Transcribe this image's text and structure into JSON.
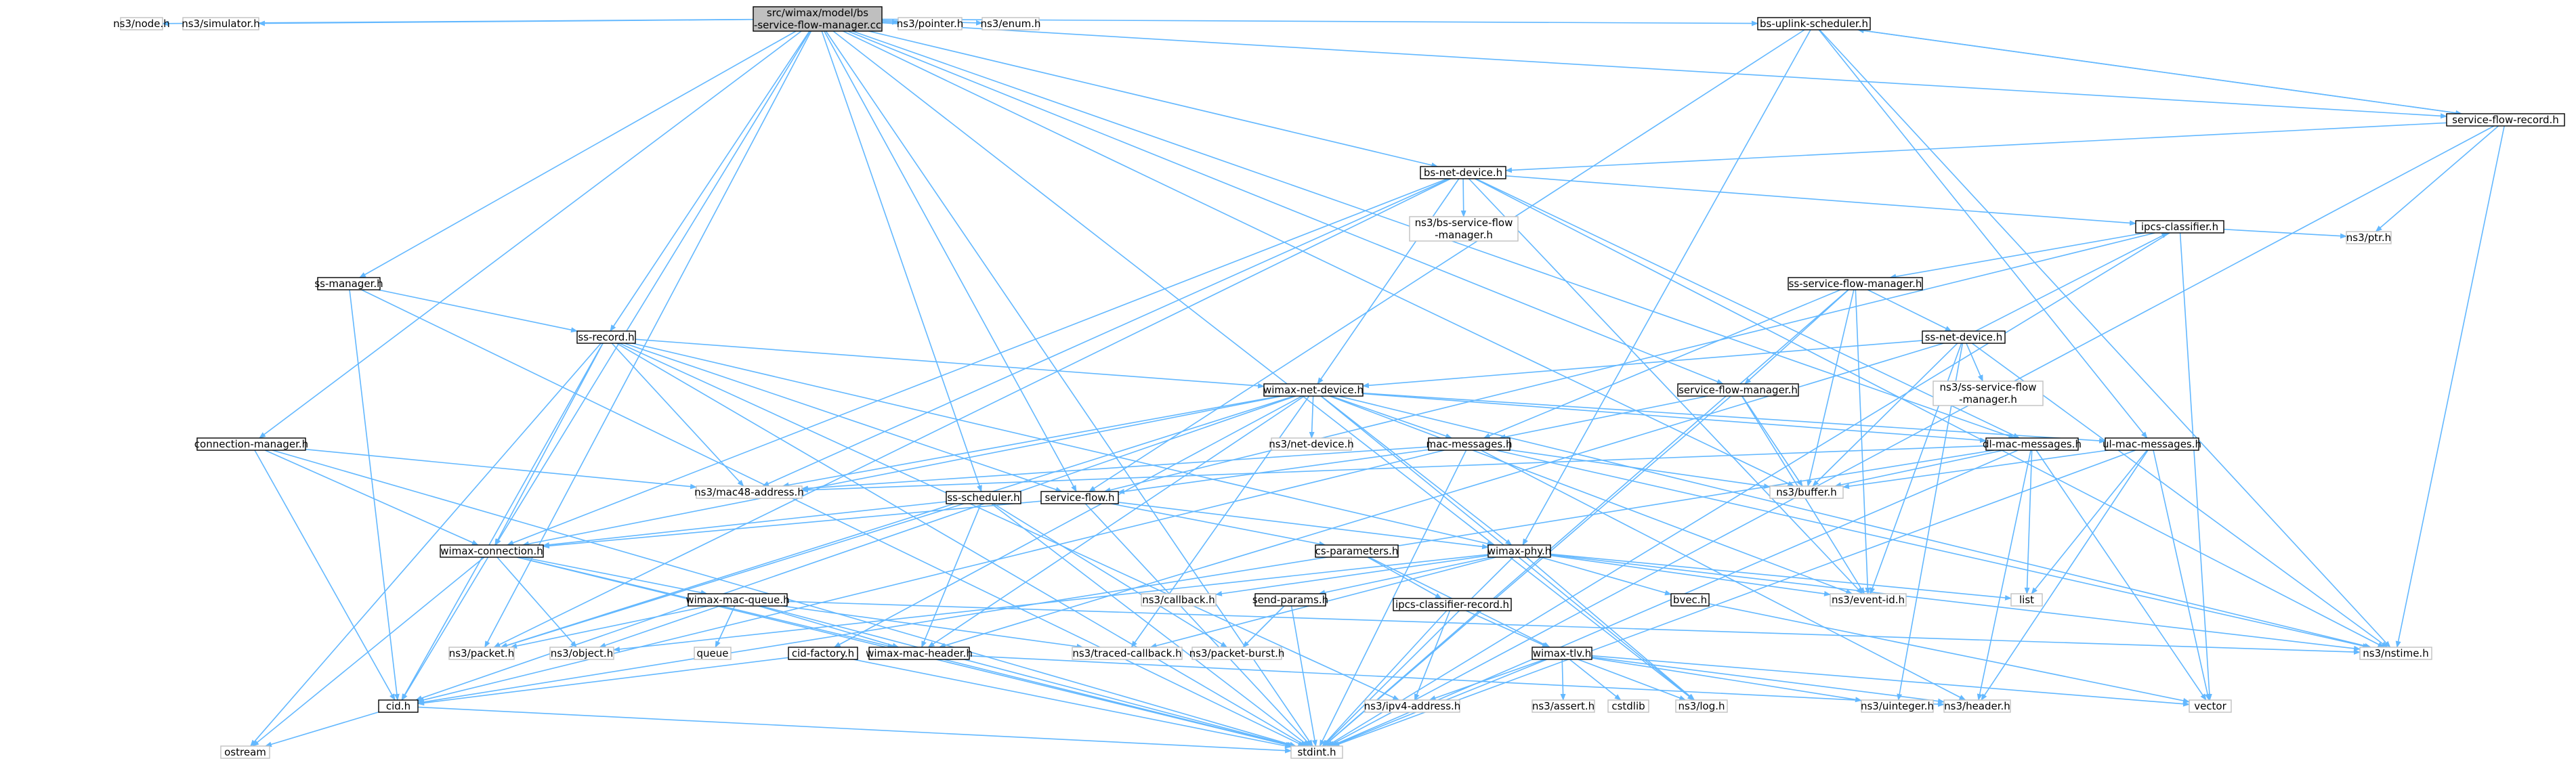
{
  "diagram": {
    "root": "n_root",
    "arrow_color": "#63b8ff",
    "nodes": [
      {
        "id": "n_root",
        "lines": [
          "src/wimax/model/bs",
          "-service-flow-manager.cc"
        ],
        "kind": "root"
      },
      {
        "id": "n_node",
        "lines": [
          "ns3/node.h"
        ],
        "kind": "ext"
      },
      {
        "id": "n_simulator",
        "lines": [
          "ns3/simulator.h"
        ],
        "kind": "ext"
      },
      {
        "id": "n_pointer",
        "lines": [
          "ns3/pointer.h"
        ],
        "kind": "ext"
      },
      {
        "id": "n_enum",
        "lines": [
          "ns3/enum.h"
        ],
        "kind": "ext"
      },
      {
        "id": "n_bsul",
        "lines": [
          "bs-uplink-scheduler.h"
        ],
        "kind": "local"
      },
      {
        "id": "n_sfrec",
        "lines": [
          "service-flow-record.h"
        ],
        "kind": "local"
      },
      {
        "id": "n_bsnet",
        "lines": [
          "bs-net-device.h"
        ],
        "kind": "local"
      },
      {
        "id": "n_bssfm",
        "lines": [
          "ns3/bs-service-flow",
          "-manager.h"
        ],
        "kind": "ext"
      },
      {
        "id": "n_ipcs",
        "lines": [
          "ipcs-classifier.h"
        ],
        "kind": "local"
      },
      {
        "id": "n_ptr",
        "lines": [
          "ns3/ptr.h"
        ],
        "kind": "ext"
      },
      {
        "id": "n_ssman",
        "lines": [
          "ss-manager.h"
        ],
        "kind": "local"
      },
      {
        "id": "n_sssfm",
        "lines": [
          "ss-service-flow-manager.h"
        ],
        "kind": "local"
      },
      {
        "id": "n_ssrec",
        "lines": [
          "ss-record.h"
        ],
        "kind": "local"
      },
      {
        "id": "n_ssnet",
        "lines": [
          "ss-net-device.h"
        ],
        "kind": "local"
      },
      {
        "id": "n_wnet",
        "lines": [
          "wimax-net-device.h"
        ],
        "kind": "local"
      },
      {
        "id": "n_nsssfm",
        "lines": [
          "ns3/ss-service-flow",
          "-manager.h"
        ],
        "kind": "ext"
      },
      {
        "id": "n_sfm",
        "lines": [
          "service-flow-manager.h"
        ],
        "kind": "local"
      },
      {
        "id": "n_connman",
        "lines": [
          "connection-manager.h"
        ],
        "kind": "local"
      },
      {
        "id": "n_netdev",
        "lines": [
          "ns3/net-device.h"
        ],
        "kind": "ext"
      },
      {
        "id": "n_macmsg",
        "lines": [
          "mac-messages.h"
        ],
        "kind": "local"
      },
      {
        "id": "n_dlmac",
        "lines": [
          "dl-mac-messages.h"
        ],
        "kind": "local"
      },
      {
        "id": "n_ulmac",
        "lines": [
          "ul-mac-messages.h"
        ],
        "kind": "local"
      },
      {
        "id": "n_mac48",
        "lines": [
          "ns3/mac48-address.h"
        ],
        "kind": "ext"
      },
      {
        "id": "n_buffer",
        "lines": [
          "ns3/buffer.h"
        ],
        "kind": "ext"
      },
      {
        "id": "n_sssched",
        "lines": [
          "ss-scheduler.h"
        ],
        "kind": "local"
      },
      {
        "id": "n_sflow",
        "lines": [
          "service-flow.h"
        ],
        "kind": "local"
      },
      {
        "id": "n_wconn",
        "lines": [
          "wimax-connection.h"
        ],
        "kind": "local"
      },
      {
        "id": "n_csparam",
        "lines": [
          "cs-parameters.h"
        ],
        "kind": "local"
      },
      {
        "id": "n_wphy",
        "lines": [
          "wimax-phy.h"
        ],
        "kind": "local"
      },
      {
        "id": "n_eventid",
        "lines": [
          "ns3/event-id.h"
        ],
        "kind": "ext"
      },
      {
        "id": "n_list",
        "lines": [
          "list"
        ],
        "kind": "ext"
      },
      {
        "id": "n_bvec",
        "lines": [
          "bvec.h"
        ],
        "kind": "local"
      },
      {
        "id": "n_callback",
        "lines": [
          "ns3/callback.h"
        ],
        "kind": "ext"
      },
      {
        "id": "n_sendp",
        "lines": [
          "send-params.h"
        ],
        "kind": "local"
      },
      {
        "id": "n_ipcsrec",
        "lines": [
          "ipcs-classifier-record.h"
        ],
        "kind": "local"
      },
      {
        "id": "n_wmq",
        "lines": [
          "wimax-mac-queue.h"
        ],
        "kind": "local"
      },
      {
        "id": "n_packet",
        "lines": [
          "ns3/packet.h"
        ],
        "kind": "ext"
      },
      {
        "id": "n_object",
        "lines": [
          "ns3/object.h"
        ],
        "kind": "ext"
      },
      {
        "id": "n_queue",
        "lines": [
          "queue"
        ],
        "kind": "ext"
      },
      {
        "id": "n_wmh",
        "lines": [
          "wimax-mac-header.h"
        ],
        "kind": "local"
      },
      {
        "id": "n_traced",
        "lines": [
          "ns3/traced-callback.h"
        ],
        "kind": "ext"
      },
      {
        "id": "n_pburst",
        "lines": [
          "ns3/packet-burst.h"
        ],
        "kind": "ext"
      },
      {
        "id": "n_nstime",
        "lines": [
          "ns3/nstime.h"
        ],
        "kind": "ext"
      },
      {
        "id": "n_cidfac",
        "lines": [
          "cid-factory.h"
        ],
        "kind": "local"
      },
      {
        "id": "n_cid",
        "lines": [
          "cid.h"
        ],
        "kind": "local"
      },
      {
        "id": "n_ipv4",
        "lines": [
          "ns3/ipv4-address.h"
        ],
        "kind": "ext"
      },
      {
        "id": "n_wtlv",
        "lines": [
          "wimax-tlv.h"
        ],
        "kind": "local"
      },
      {
        "id": "n_assert",
        "lines": [
          "ns3/assert.h"
        ],
        "kind": "ext"
      },
      {
        "id": "n_cstdlib",
        "lines": [
          "cstdlib"
        ],
        "kind": "ext"
      },
      {
        "id": "n_log",
        "lines": [
          "ns3/log.h"
        ],
        "kind": "ext"
      },
      {
        "id": "n_uint",
        "lines": [
          "ns3/uinteger.h"
        ],
        "kind": "ext"
      },
      {
        "id": "n_header",
        "lines": [
          "ns3/header.h"
        ],
        "kind": "ext"
      },
      {
        "id": "n_vector",
        "lines": [
          "vector"
        ],
        "kind": "ext"
      },
      {
        "id": "n_ostream",
        "lines": [
          "ostream"
        ],
        "kind": "ext"
      },
      {
        "id": "n_stdint",
        "lines": [
          "stdint.h"
        ],
        "kind": "ext"
      }
    ],
    "edges": [
      [
        "n_root",
        "n_node"
      ],
      [
        "n_root",
        "n_simulator"
      ],
      [
        "n_root",
        "n_pointer"
      ],
      [
        "n_root",
        "n_enum"
      ],
      [
        "n_root",
        "n_bsul"
      ],
      [
        "n_root",
        "n_sfrec"
      ],
      [
        "n_root",
        "n_bsnet"
      ],
      [
        "n_root",
        "n_ssman"
      ],
      [
        "n_root",
        "n_ssrec"
      ],
      [
        "n_root",
        "n_connman"
      ],
      [
        "n_root",
        "n_wconn"
      ],
      [
        "n_root",
        "n_packet"
      ],
      [
        "n_root",
        "n_sssched"
      ],
      [
        "n_root",
        "n_sflow"
      ],
      [
        "n_root",
        "n_buffer"
      ],
      [
        "n_root",
        "n_sfm"
      ],
      [
        "n_root",
        "n_log"
      ],
      [
        "n_root",
        "n_stdint"
      ],
      [
        "n_root",
        "n_dlmac"
      ],
      [
        "n_bsul",
        "n_sfrec"
      ],
      [
        "n_bsul",
        "n_sflow"
      ],
      [
        "n_bsul",
        "n_wphy"
      ],
      [
        "n_bsul",
        "n_ulmac"
      ],
      [
        "n_bsul",
        "n_nstime"
      ],
      [
        "n_sfrec",
        "n_bsul"
      ],
      [
        "n_sfrec",
        "n_bsnet"
      ],
      [
        "n_sfrec",
        "n_ptr"
      ],
      [
        "n_sfrec",
        "n_nstime"
      ],
      [
        "n_sfrec",
        "n_stdint"
      ],
      [
        "n_bsnet",
        "n_bssfm"
      ],
      [
        "n_bsnet",
        "n_ipcs"
      ],
      [
        "n_bsnet",
        "n_wnet"
      ],
      [
        "n_bsnet",
        "n_mac48"
      ],
      [
        "n_bsnet",
        "n_dlmac"
      ],
      [
        "n_bsnet",
        "n_wconn"
      ],
      [
        "n_bsnet",
        "n_nstime"
      ],
      [
        "n_bsnet",
        "n_eventid"
      ],
      [
        "n_bsnet",
        "n_packet"
      ],
      [
        "n_ipcs",
        "n_sssfm"
      ],
      [
        "n_ipcs",
        "n_ptr"
      ],
      [
        "n_ipcs",
        "n_vector"
      ],
      [
        "n_ipcs",
        "n_stdint"
      ],
      [
        "n_ipcs",
        "n_sflow"
      ],
      [
        "n_ssman",
        "n_ssrec"
      ],
      [
        "n_ssman",
        "n_cid"
      ],
      [
        "n_ssman",
        "n_stdint"
      ],
      [
        "n_sssfm",
        "n_ssnet"
      ],
      [
        "n_sssfm",
        "n_sfm"
      ],
      [
        "n_sssfm",
        "n_macmsg"
      ],
      [
        "n_sssfm",
        "n_buffer"
      ],
      [
        "n_sssfm",
        "n_eventid"
      ],
      [
        "n_sssfm",
        "n_stdint"
      ],
      [
        "n_ssrec",
        "n_wnet"
      ],
      [
        "n_ssrec",
        "n_mac48"
      ],
      [
        "n_ssrec",
        "n_wconn"
      ],
      [
        "n_ssrec",
        "n_sflow"
      ],
      [
        "n_ssrec",
        "n_wphy"
      ],
      [
        "n_ssrec",
        "n_cid"
      ],
      [
        "n_ssrec",
        "n_ostream"
      ],
      [
        "n_ssrec",
        "n_stdint"
      ],
      [
        "n_ssrec",
        "n_ipv4"
      ],
      [
        "n_ssnet",
        "n_ipcs"
      ],
      [
        "n_ssnet",
        "n_wnet"
      ],
      [
        "n_ssnet",
        "n_nsssfm"
      ],
      [
        "n_ssnet",
        "n_nstime"
      ],
      [
        "n_ssnet",
        "n_eventid"
      ],
      [
        "n_ssnet",
        "n_uint"
      ],
      [
        "n_ssnet",
        "n_buffer"
      ],
      [
        "n_ssnet",
        "n_wmh"
      ],
      [
        "n_wnet",
        "n_netdev"
      ],
      [
        "n_wnet",
        "n_macmsg"
      ],
      [
        "n_wnet",
        "n_dlmac"
      ],
      [
        "n_wnet",
        "n_ulmac"
      ],
      [
        "n_wnet",
        "n_mac48"
      ],
      [
        "n_wnet",
        "n_wconn"
      ],
      [
        "n_wnet",
        "n_wphy"
      ],
      [
        "n_wnet",
        "n_eventid"
      ],
      [
        "n_wnet",
        "n_traced"
      ],
      [
        "n_wnet",
        "n_cidfac"
      ],
      [
        "n_wnet",
        "n_wmh"
      ],
      [
        "n_wnet",
        "n_nstime"
      ],
      [
        "n_wnet",
        "n_log"
      ],
      [
        "n_wnet",
        "n_cid"
      ],
      [
        "n_wnet",
        "n_packet"
      ],
      [
        "n_sfm",
        "n_macmsg"
      ],
      [
        "n_sfm",
        "n_buffer"
      ],
      [
        "n_sfm",
        "n_eventid"
      ],
      [
        "n_sfm",
        "n_stdint"
      ],
      [
        "n_connman",
        "n_wconn"
      ],
      [
        "n_connman",
        "n_mac48"
      ],
      [
        "n_connman",
        "n_cid"
      ],
      [
        "n_connman",
        "n_stdint"
      ],
      [
        "n_macmsg",
        "n_buffer"
      ],
      [
        "n_macmsg",
        "n_mac48"
      ],
      [
        "n_macmsg",
        "n_header"
      ],
      [
        "n_macmsg",
        "n_nstime"
      ],
      [
        "n_macmsg",
        "n_stdint"
      ],
      [
        "n_macmsg",
        "n_cid"
      ],
      [
        "n_macmsg",
        "n_sflow"
      ],
      [
        "n_dlmac",
        "n_buffer"
      ],
      [
        "n_dlmac",
        "n_list"
      ],
      [
        "n_dlmac",
        "n_header"
      ],
      [
        "n_dlmac",
        "n_vector"
      ],
      [
        "n_dlmac",
        "n_stdint"
      ],
      [
        "n_dlmac",
        "n_mac48"
      ],
      [
        "n_dlmac",
        "n_cid"
      ],
      [
        "n_ulmac",
        "n_buffer"
      ],
      [
        "n_ulmac",
        "n_list"
      ],
      [
        "n_ulmac",
        "n_header"
      ],
      [
        "n_ulmac",
        "n_vector"
      ],
      [
        "n_ulmac",
        "n_stdint"
      ],
      [
        "n_sssched",
        "n_wconn"
      ],
      [
        "n_sssched",
        "n_wmh"
      ],
      [
        "n_sssched",
        "n_pburst"
      ],
      [
        "n_sssched",
        "n_packet"
      ],
      [
        "n_sssched",
        "n_stdint"
      ],
      [
        "n_sflow",
        "n_wconn"
      ],
      [
        "n_sflow",
        "n_csparam"
      ],
      [
        "n_sflow",
        "n_wphy"
      ],
      [
        "n_sflow",
        "n_stdint"
      ],
      [
        "n_wconn",
        "n_wmq"
      ],
      [
        "n_wconn",
        "n_cid"
      ],
      [
        "n_wconn",
        "n_object"
      ],
      [
        "n_wconn",
        "n_ostream"
      ],
      [
        "n_wconn",
        "n_stdint"
      ],
      [
        "n_wconn",
        "n_wmh"
      ],
      [
        "n_csparam",
        "n_ipcsrec"
      ],
      [
        "n_csparam",
        "n_wtlv"
      ],
      [
        "n_wphy",
        "n_bvec"
      ],
      [
        "n_wphy",
        "n_callback"
      ],
      [
        "n_wphy",
        "n_sendp"
      ],
      [
        "n_wphy",
        "n_nstime"
      ],
      [
        "n_wphy",
        "n_eventid"
      ],
      [
        "n_wphy",
        "n_list"
      ],
      [
        "n_wphy",
        "n_log"
      ],
      [
        "n_wphy",
        "n_object"
      ],
      [
        "n_wphy",
        "n_traced"
      ],
      [
        "n_wphy",
        "n_stdint"
      ],
      [
        "n_sendp",
        "n_pburst"
      ],
      [
        "n_sendp",
        "n_stdint"
      ],
      [
        "n_ipcsrec",
        "n_wtlv"
      ],
      [
        "n_ipcsrec",
        "n_ipv4"
      ],
      [
        "n_ipcsrec",
        "n_stdint"
      ],
      [
        "n_wmq",
        "n_wmh"
      ],
      [
        "n_wmq",
        "n_packet"
      ],
      [
        "n_wmq",
        "n_object"
      ],
      [
        "n_wmq",
        "n_queue"
      ],
      [
        "n_wmq",
        "n_traced"
      ],
      [
        "n_wmq",
        "n_nstime"
      ],
      [
        "n_wmq",
        "n_stdint"
      ],
      [
        "n_wmh",
        "n_header"
      ],
      [
        "n_wmh",
        "n_stdint"
      ],
      [
        "n_cidfac",
        "n_cid"
      ],
      [
        "n_cidfac",
        "n_stdint"
      ],
      [
        "n_cid",
        "n_ostream"
      ],
      [
        "n_cid",
        "n_stdint"
      ],
      [
        "n_wtlv",
        "n_assert"
      ],
      [
        "n_wtlv",
        "n_cstdlib"
      ],
      [
        "n_wtlv",
        "n_log"
      ],
      [
        "n_wtlv",
        "n_uint"
      ],
      [
        "n_wtlv",
        "n_header"
      ],
      [
        "n_wtlv",
        "n_vector"
      ],
      [
        "n_wtlv",
        "n_ipv4"
      ],
      [
        "n_wtlv",
        "n_stdint"
      ],
      [
        "n_bvec",
        "n_vector"
      ]
    ]
  }
}
